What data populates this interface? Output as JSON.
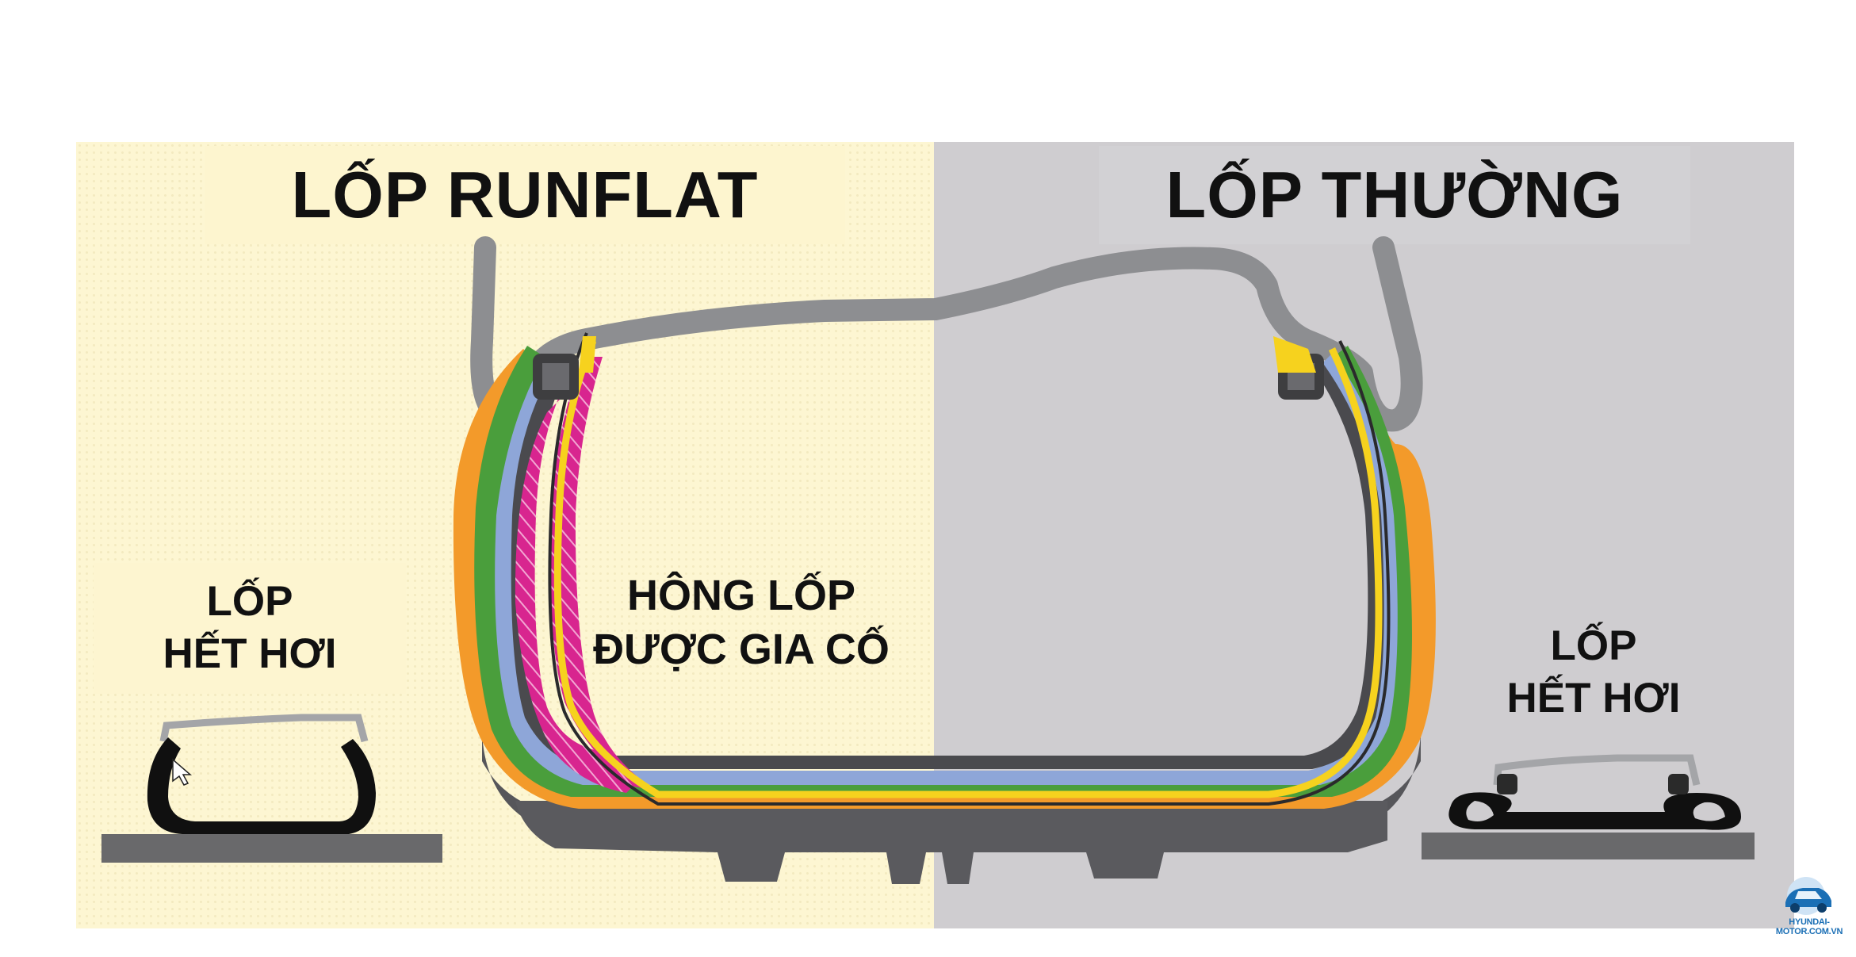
{
  "titles": {
    "left": "LỐP RUNFLAT",
    "right": "LỐP THƯỜNG"
  },
  "labels": {
    "flat_left": [
      "LỐP",
      "HẾT HƠI"
    ],
    "sidewall": [
      "HÔNG LỐP",
      "ĐƯỢC GIA CỐ"
    ],
    "flat_right": [
      "LỐP",
      "HẾT HƠI"
    ]
  },
  "watermark": {
    "text": "HYUNDAI-MOTOR.COM.VN",
    "icon": "car-logo-icon"
  },
  "colors": {
    "runflat_background": "#fdf6d2",
    "normal_background": "#cfcdd0",
    "rim": "#8d8e91",
    "tread": "#56565a",
    "outer_layer": "#f39a2a",
    "green_layer": "#4a9e3c",
    "blue_layer": "#8ea6d8",
    "inner_liner": "#f6d21e",
    "reinforced_sidewall": "#d8258f",
    "bead": "#3e3e40"
  }
}
